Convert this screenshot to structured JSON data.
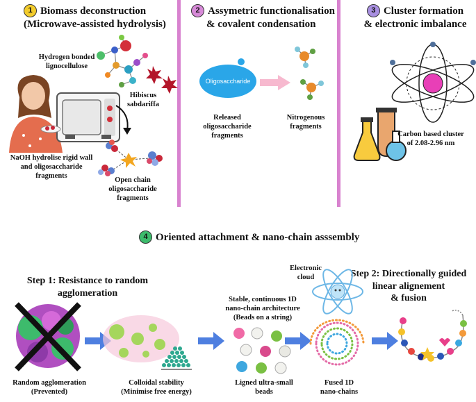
{
  "colors": {
    "divider": "#d882cf",
    "badge1": "#f3cc2c",
    "badge2": "#d78ad8",
    "badge3": "#a88fe0",
    "badge4": "#3dbb6c",
    "arrow": "#4e7fe0"
  },
  "panel1": {
    "badge": "1",
    "title_line1": "Biomass deconstruction",
    "title_line2": "(Microwave-assisted hydrolysis)",
    "label_hbond_l1": "Hydrogen bonded",
    "label_hbond_l2": "lignocellulose",
    "label_hibiscus_l1": "Hibiscus",
    "label_hibiscus_l2": "sabdariffa",
    "label_naoh_l1": "NaOH hydrolise rigid wall",
    "label_naoh_l2": "and oligosaccharide",
    "label_naoh_l3": "fragments",
    "label_open_l1": "Open chain",
    "label_open_l2": "oligosaccharide",
    "label_open_l3": "fragments"
  },
  "panel2": {
    "badge": "2",
    "title_line1": "Assymetric functionalisation",
    "title_line2": "& covalent condensation",
    "blob_text": "Oligosaccharide",
    "label_released_l1": "Released",
    "label_released_l2": "oligosaccharide",
    "label_released_l3": "fragments",
    "label_nitro_l1": "Nitrogenous",
    "label_nitro_l2": "fragments"
  },
  "panel3": {
    "badge": "3",
    "title_line1": "Cluster formation",
    "title_line2": "& electronic imbalance",
    "label_cluster_l1": "Carbon based cluster",
    "label_cluster_l2": "of 2.08-2.96 nm"
  },
  "panel4": {
    "badge": "4",
    "title": "Oriented attachment & nano-chain asssembly",
    "step1_l1": "Step 1: Resistance to random",
    "step1_l2": "agglomeration",
    "step2_l1": "Step 2: Directionally guided",
    "step2_l2": "linear alignement",
    "step2_l3": "& fusion",
    "label_random_l1": "Random agglomeration",
    "label_random_l2": "(Prevented)",
    "label_colloid_l1": "Colloidal stability",
    "label_colloid_l2": "(Minimise free energy)",
    "label_stable_l1": "Stable, continuous 1D",
    "label_stable_l2": "nano-chain architecture",
    "label_stable_l3": "(Beads on a string)",
    "label_ligned_l1": "Ligned ultra-small",
    "label_ligned_l2": "beads",
    "label_cloud_l1": "Electronic",
    "label_cloud_l2": "cloud",
    "label_fused_l1": "Fused 1D",
    "label_fused_l2": "nano-chains"
  }
}
